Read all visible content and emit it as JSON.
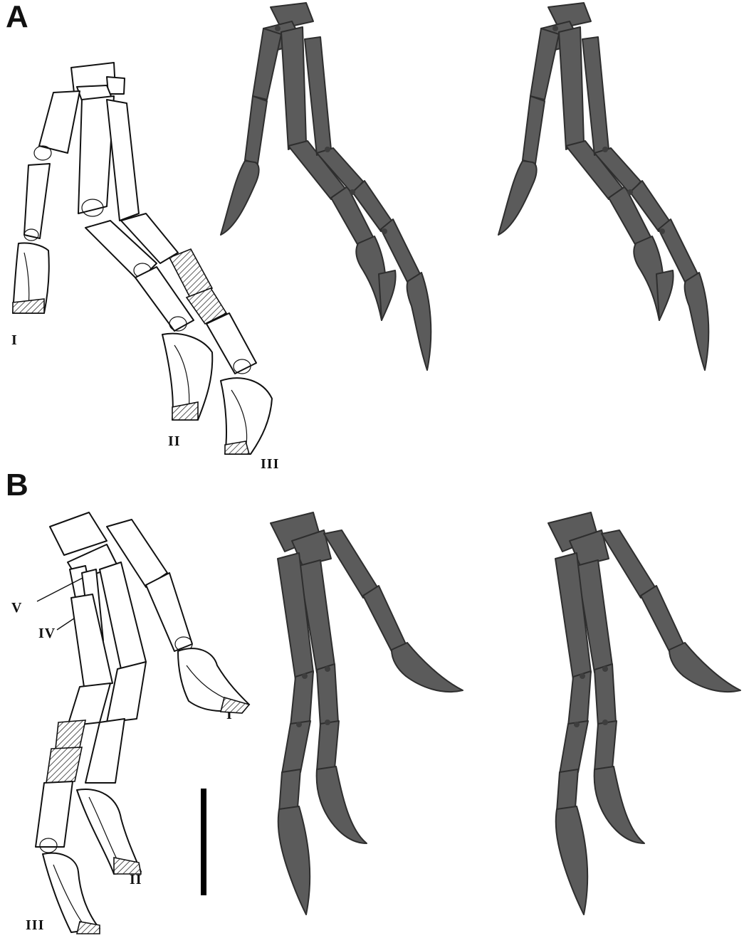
{
  "panels": [
    {
      "letter": "A",
      "digits": [
        "I",
        "II",
        "III"
      ]
    },
    {
      "letter": "B",
      "digits": [
        "I",
        "II",
        "III",
        "IV",
        "V"
      ]
    }
  ],
  "colors": {
    "ink": "#111111",
    "bone": "#5b5b5b",
    "background": "#ffffff"
  }
}
